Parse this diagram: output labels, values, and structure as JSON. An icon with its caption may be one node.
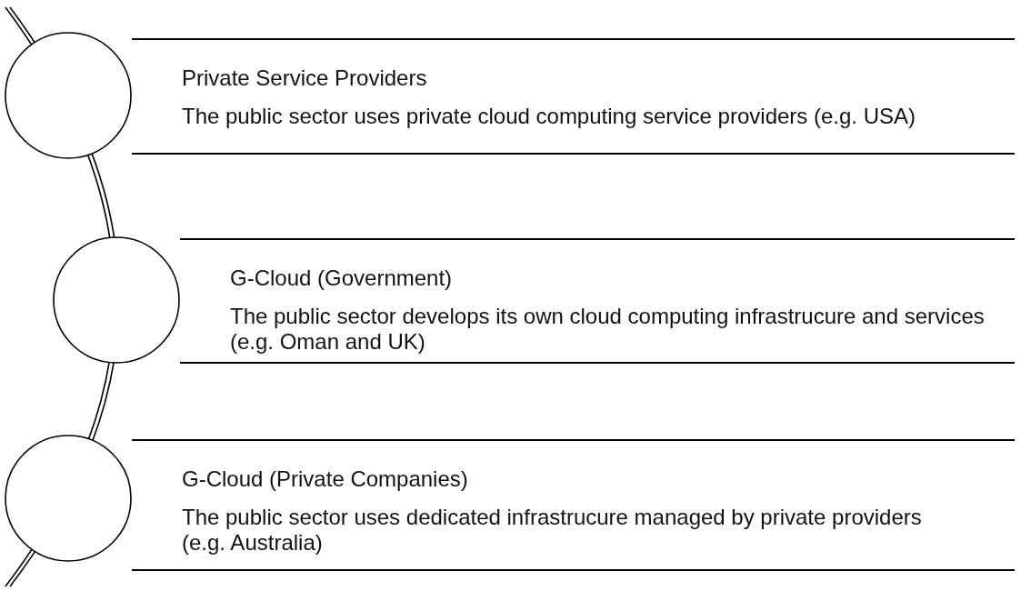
{
  "diagram": {
    "nodes": [
      {
        "text": [],
        "shape": "circle"
      },
      {
        "text": [
          "Private Service Providers",
          "The public sector uses private cloud computing service providers (e.g. USA)"
        ]
      },
      {
        "text": [],
        "shape": "circle"
      },
      {
        "text": [
          "G-Cloud (Government)",
          "The public sector develops its own cloud computing infrastrucure and services (e.g. Oman and UK)"
        ]
      },
      {
        "text": [],
        "shape": "circle"
      },
      {
        "text": [
          "G-Cloud (Private Companies)",
          "The public sector uses dedicated infrastrucure managed by private providers (e.g. Australia)"
        ]
      }
    ]
  }
}
